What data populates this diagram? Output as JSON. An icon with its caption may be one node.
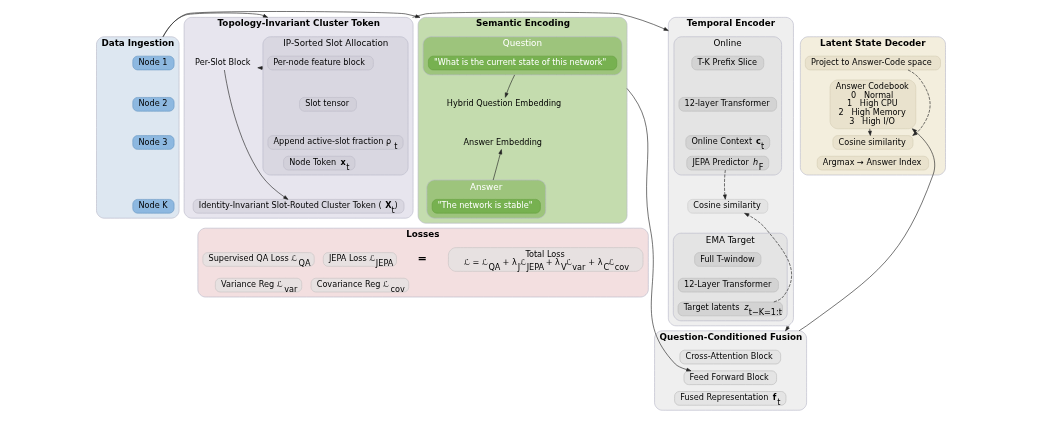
{
  "diagram": {
    "nodes": [
      {
        "text": [
          "Data Ingestion"
        ]
      },
      {
        "text": [
          "Node 1"
        ],
        "in": 0
      },
      {
        "text": [
          "Node 2"
        ],
        "in": 0
      },
      {
        "text": [
          "Node 3"
        ],
        "in": 0
      },
      {
        "text": [
          "Node K"
        ],
        "in": 0
      },
      {
        "text": [
          "Topology-Invariant Cluster Token"
        ]
      },
      {
        "text": [
          "IP-Sorted Slot Allocation"
        ],
        "in": 5
      },
      {
        "text": [
          "Per-node feature block"
        ],
        "in": 6
      },
      {
        "text": [
          "Slot tensor"
        ],
        "in": 6
      },
      {
        "text": [
          "Append active-slot fraction ρ$_{t}$"
        ],
        "in": 6
      },
      {
        "text": [
          "Node Token **x**$_{t}$"
        ],
        "in": 6
      },
      {
        "text": [
          "Per-Slot Block"
        ],
        "in": 5
      },
      {
        "text": [
          "Identity-Invariant Slot-Routed Cluster Token (**X**$_{t}$)"
        ],
        "in": 5
      },
      {
        "text": [
          "Semantic Encoding"
        ]
      },
      {
        "text": [
          "Question"
        ],
        "in": 13
      },
      {
        "text": [
          "\"What is the current state of this network\""
        ],
        "in": 14
      },
      {
        "text": [
          "Hybrid Question Embedding"
        ],
        "in": 13
      },
      {
        "text": [
          "Answer Embedding"
        ],
        "in": 13
      },
      {
        "text": [
          "Answer"
        ],
        "in": 13
      },
      {
        "text": [
          "\"The network is stable\""
        ],
        "in": 18
      },
      {
        "text": [
          "Temporal Encoder"
        ]
      },
      {
        "text": [
          "Online"
        ],
        "in": 20
      },
      {
        "text": [
          "T-K Prefix Slice"
        ],
        "in": 21
      },
      {
        "text": [
          "12-layer Transformer"
        ],
        "in": 21
      },
      {
        "text": [
          "Online Context **c**$_{t}$"
        ],
        "in": 21
      },
      {
        "text": [
          "JEPA Predictor *h*$_{F}$"
        ],
        "in": 21
      },
      {
        "text": [
          "Cosine similarity"
        ],
        "in": 20
      },
      {
        "text": [
          "EMA Target"
        ],
        "in": 20
      },
      {
        "text": [
          "Full T-window"
        ],
        "in": 27
      },
      {
        "text": [
          "12-Layer Transformer"
        ],
        "in": 27
      },
      {
        "text": [
          "Target latents *z*$_{t−K=1:t}$"
        ],
        "in": 27
      },
      {
        "text": [
          "Question-Conditioned Fusion"
        ]
      },
      {
        "text": [
          "Cross-Attention Block"
        ],
        "in": 31
      },
      {
        "text": [
          "Feed Forward Block"
        ],
        "in": 31
      },
      {
        "text": [
          "Fused Representation **f**$_{t}$"
        ],
        "in": 31
      },
      {
        "text": [
          "Latent State Decoder"
        ]
      },
      {
        "text": [
          "Project to Answer-Code space"
        ],
        "in": 35
      },
      {
        "text": [
          "Answer Codebook",
          "0   Normal",
          "1   High CPU",
          "2   High Memory",
          "3   High I/O"
        ],
        "in": 35
      },
      {
        "text": [
          "Cosine similarity"
        ],
        "in": 35
      },
      {
        "text": [
          "Argmax → Answer Index"
        ],
        "in": 35
      },
      {
        "text": [
          "Losses"
        ]
      },
      {
        "text": [
          "Supervised QA Loss ℒ$_{QA}$"
        ],
        "in": 40
      },
      {
        "text": [
          "JEPA Loss ℒ$_{JEPA}$"
        ],
        "in": 40
      },
      {
        "text": [
          "Variance Reg ℒ$_{var}$"
        ],
        "in": 40
      },
      {
        "text": [
          "Covariance Reg ℒ$_{cov}$"
        ],
        "in": 40
      },
      {
        "text": [
          "Total Loss",
          "ℒ = ℒ$_{QA}$ + λ$_{J}$ℒ$_{JEPA}$ + λ$_{V}$ℒ$_{var}$ + λ$_{C}$ℒ$_{cov}$"
        ],
        "in": 40
      }
    ],
    "edges": [
      {
        "from": 0,
        "to": 5,
        "arrow": "to"
      },
      {
        "from": 0,
        "to": 13,
        "arrow": "to"
      },
      {
        "from": 5,
        "to": 20,
        "arrow": "to"
      },
      {
        "from": 6,
        "to": 11,
        "arrow": "to"
      },
      {
        "from": 11,
        "to": 12,
        "arrow": "to"
      },
      {
        "from": 14,
        "to": 16,
        "arrow": "to"
      },
      {
        "from": 18,
        "to": 17,
        "arrow": "to"
      },
      {
        "from": 13,
        "to": 33,
        "arrow": "to"
      },
      {
        "from": 20,
        "to": 31,
        "arrow": "to"
      },
      {
        "from": 31,
        "to": 37,
        "arrow": "to"
      },
      {
        "from": 25,
        "to": 26,
        "arrow": "to",
        "style": "dashed"
      },
      {
        "from": 30,
        "to": 26,
        "arrow": "to",
        "style": "dashed"
      },
      {
        "from": 36,
        "to": 38,
        "arrow": "to",
        "style": "dashed"
      },
      {
        "from": 37,
        "to": 38,
        "arrow": "to",
        "style": "dashed"
      }
    ],
    "labels": [
      "="
    ]
  }
}
